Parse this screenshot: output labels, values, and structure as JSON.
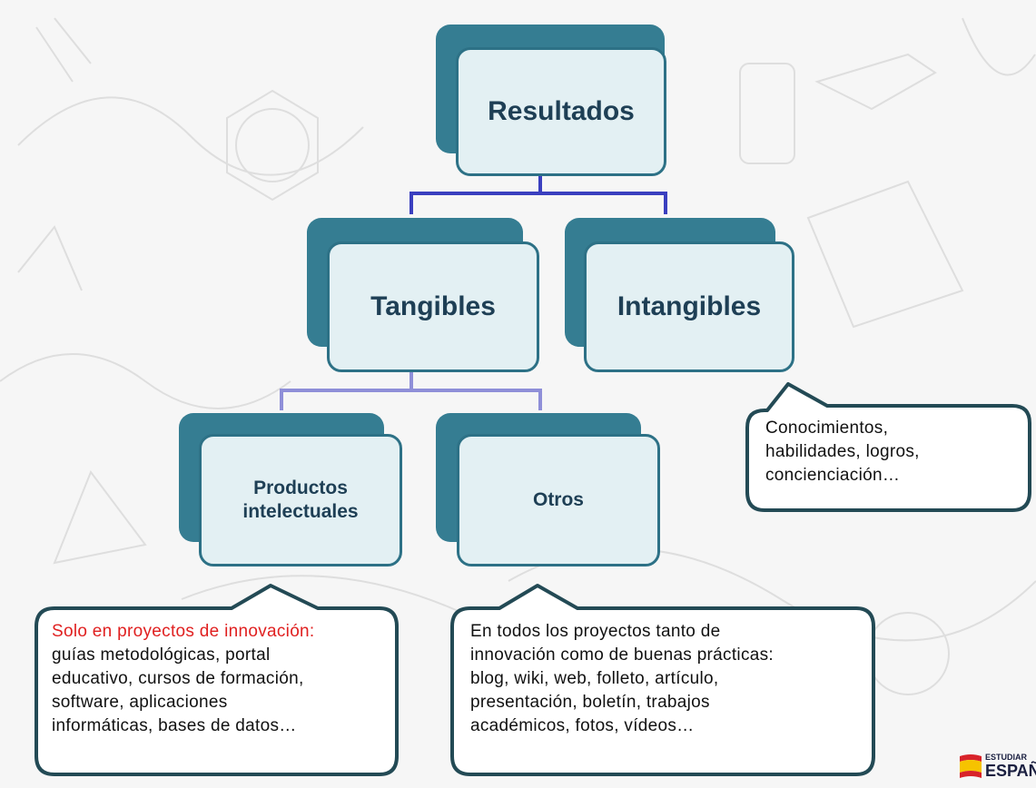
{
  "nodes": {
    "resultados": "Resultados",
    "tangibles": "Tangibles",
    "intangibles": "Intangibles",
    "productos_line1": "Productos",
    "productos_line2": "intelectuales",
    "otros": "Otros"
  },
  "callouts": {
    "intangibles": [
      "Conocimientos,",
      "habilidades, logros,",
      "concienciación…"
    ],
    "productos": {
      "highlight": "Solo en proyectos de innovación:",
      "lines": [
        "guías metodológicas, portal",
        "educativo, cursos de formación,",
        "software, aplicaciones",
        "informáticas, bases de datos…"
      ]
    },
    "otros": [
      "En todos los proyectos tanto de",
      "innovación como de buenas prácticas:",
      "blog, wiki, web, folleto, artículo,",
      "presentación, boletín, trabajos",
      "académicos, fotos, vídeos…"
    ]
  },
  "logo": {
    "line1": "ESTUDIAR",
    "line2": "ESPAÑ"
  },
  "colors": {
    "box_back": "#357d92",
    "box_front": "#e3f0f3",
    "box_text": "#1e3f55",
    "connector_top": "#3a3fbf",
    "connector_bottom": "#8f8fd8",
    "callout_border": "#234a55",
    "highlight": "#e02020"
  }
}
